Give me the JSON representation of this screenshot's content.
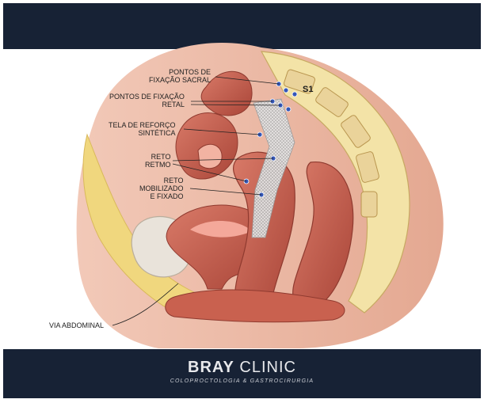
{
  "labels": {
    "sacral_fixation_points": [
      "PONTOS DE",
      "FIXAÇÃO SACRAL"
    ],
    "rectal_fixation_points": [
      "PONTOS DE FIXAÇÃO",
      "RETAL"
    ],
    "synthetic_mesh": [
      "TELA DE REFORÇO",
      "SINTÉTICA"
    ],
    "retracted_rectum": [
      "RETO",
      "RETMO"
    ],
    "mobilized_rectum": [
      "RETO",
      "MOBILIZADO",
      "E FIXADO"
    ],
    "abdominal_route": "VIA ABDOMINAL",
    "vertebra": "S1"
  },
  "brand": {
    "name_bold": "BRAY",
    "name_light": "CLINIC",
    "tagline": "COLOPROCTOLOGIA & GASTROCIRURGIA"
  },
  "colors": {
    "bar": "#172235",
    "tissue": "#e8b09a",
    "fat": "#f0d77e",
    "muscle": "#c85e4f",
    "mesh": "#d9d9d9",
    "fixation_point": "#3457b8"
  }
}
